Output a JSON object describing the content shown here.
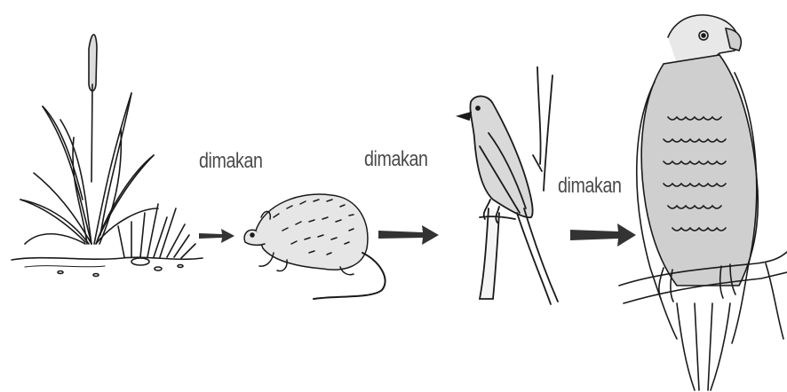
{
  "food_chain": {
    "labels": [
      "dimakan",
      "dimakan",
      "dimakan"
    ],
    "organisms": [
      {
        "icon": "grass-plant-icon"
      },
      {
        "icon": "rat-icon"
      },
      {
        "icon": "songbird-icon"
      },
      {
        "icon": "hawk-icon"
      }
    ],
    "arrow_color": "#333333",
    "line_color": "#1a1a1a"
  }
}
